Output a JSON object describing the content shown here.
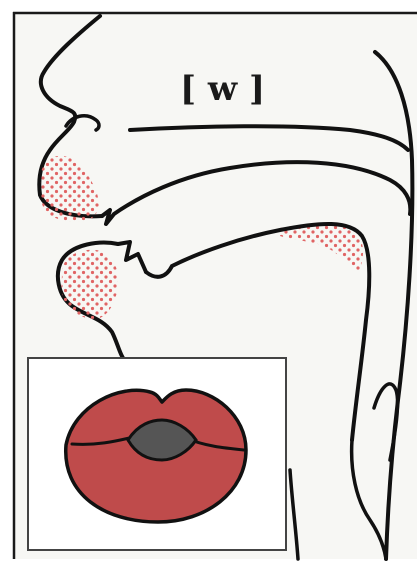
{
  "phoneme": {
    "label": "[ w ]"
  },
  "colors": {
    "background": "#f7f7f4",
    "frame": "#1a1a1a",
    "outline": "#111111",
    "articulator_dots": "#e06464",
    "lips_fill": "#bf4b4b",
    "mouth_opening": "#555555",
    "inset_background": "#ffffff"
  },
  "highlighted_articulators": [
    "upper-lip",
    "lower-lip",
    "velum"
  ],
  "inset": {
    "shows": "lip-rounding-front-view"
  }
}
